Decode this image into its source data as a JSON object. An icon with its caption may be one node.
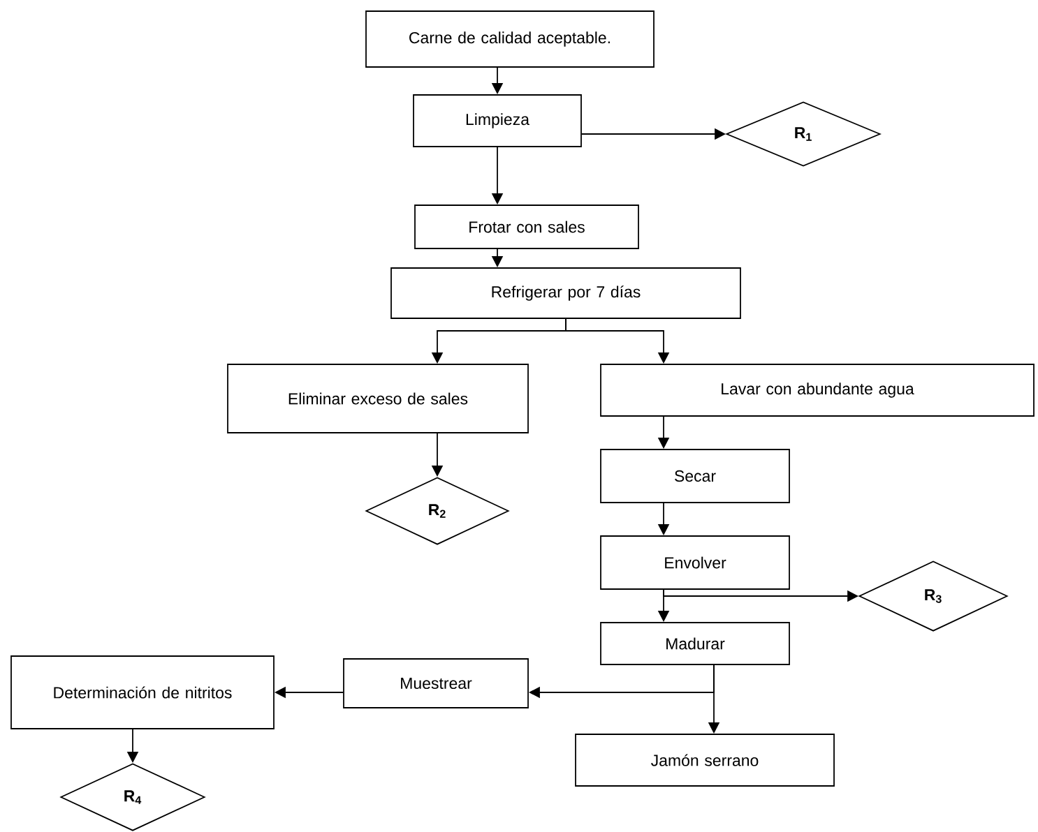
{
  "diagram": {
    "nodes": [
      {
        "text": [
          "Carne de calidad aceptable."
        ]
      },
      {
        "text": [
          "Limpieza"
        ]
      },
      {
        "text": [
          "R$_{1}$"
        ]
      },
      {
        "text": [
          "Frotar con sales"
        ]
      },
      {
        "text": [
          "Refrigerar por 7 días"
        ]
      },
      {
        "text": [
          "Eliminar exceso de sales"
        ]
      },
      {
        "text": [
          "Lavar con abundante agua"
        ]
      },
      {
        "text": [
          "R$_{2}$"
        ]
      },
      {
        "text": [
          "Secar"
        ]
      },
      {
        "text": [
          "Envolver"
        ]
      },
      {
        "text": [
          "R$_{3}$"
        ]
      },
      {
        "text": [
          "Madurar"
        ]
      },
      {
        "text": [
          "Determinación de nitritos"
        ]
      },
      {
        "text": [
          "Muestrear"
        ]
      },
      {
        "text": [
          "Jamón serrano"
        ]
      },
      {
        "text": [
          "R$_{4}$"
        ]
      }
    ],
    "edges": [
      {
        "from": 0,
        "to": 1,
        "arrow": "to"
      },
      {
        "from": 1,
        "to": 2,
        "arrow": "to"
      },
      {
        "from": 1,
        "to": 3,
        "arrow": "to"
      },
      {
        "from": 3,
        "to": 4,
        "arrow": "to"
      },
      {
        "from": 4,
        "to": 5,
        "arrow": "to"
      },
      {
        "from": 4,
        "to": 6,
        "arrow": "to"
      },
      {
        "from": 5,
        "to": 7,
        "arrow": "to"
      },
      {
        "from": 6,
        "to": 8,
        "arrow": "to"
      },
      {
        "from": 8,
        "to": 9,
        "arrow": "to"
      },
      {
        "from": 9,
        "to": 10,
        "arrow": "to"
      },
      {
        "from": 9,
        "to": 11,
        "arrow": "to"
      },
      {
        "from": 11,
        "to": 13,
        "arrow": "to"
      },
      {
        "from": 11,
        "to": 14,
        "arrow": "to"
      },
      {
        "from": 13,
        "to": 12,
        "arrow": "to"
      },
      {
        "from": 12,
        "to": 15,
        "arrow": "to"
      }
    ]
  }
}
